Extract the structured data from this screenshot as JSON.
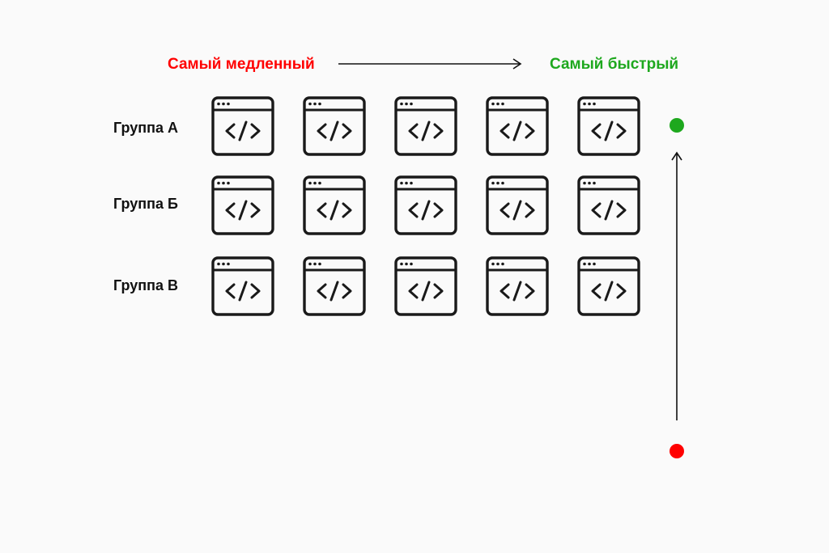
{
  "speed_axis": {
    "slowest_label": "Самый медленный",
    "fastest_label": "Самый быстрый",
    "slowest_color": "#ff0000",
    "fastest_color": "#1ea81e"
  },
  "groups": [
    {
      "label": "Группа А"
    },
    {
      "label": "Группа Б"
    },
    {
      "label": "Группа В"
    }
  ],
  "columns_per_group": 5,
  "tile_icon": "code-window-icon",
  "vertical_axis": {
    "top_dot_color": "#1ea81e",
    "bottom_dot_color": "#ff0000"
  }
}
